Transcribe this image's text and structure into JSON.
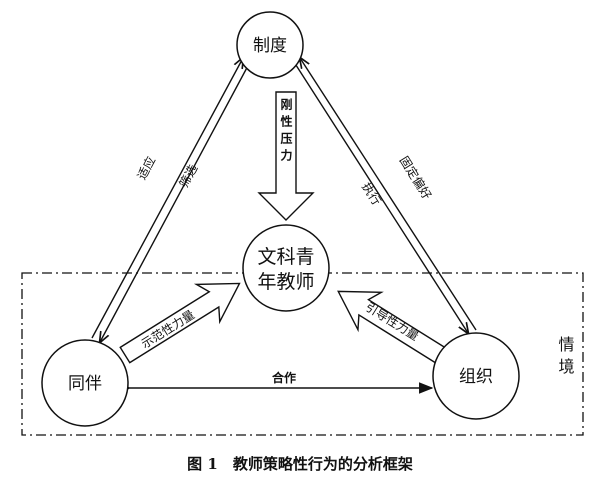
{
  "nodes": {
    "institution": "制度",
    "teacher_line1": "文科青",
    "teacher_line2": "年教师",
    "peers": "同伴",
    "organization": "组织"
  },
  "edges": {
    "rigid_pressure": "刚性压力",
    "adapt": "适应",
    "screen": "筛选",
    "fixed_preference": "固定偏好",
    "execute": "执行",
    "demonstrative_force": "示范性力量",
    "guiding_force": "引导性力量",
    "cooperation": "合作"
  },
  "context_label": "情境",
  "caption": "图 1　教师策略性行为的分析框架",
  "colors": {
    "stroke": "#111111",
    "background": "#ffffff"
  }
}
